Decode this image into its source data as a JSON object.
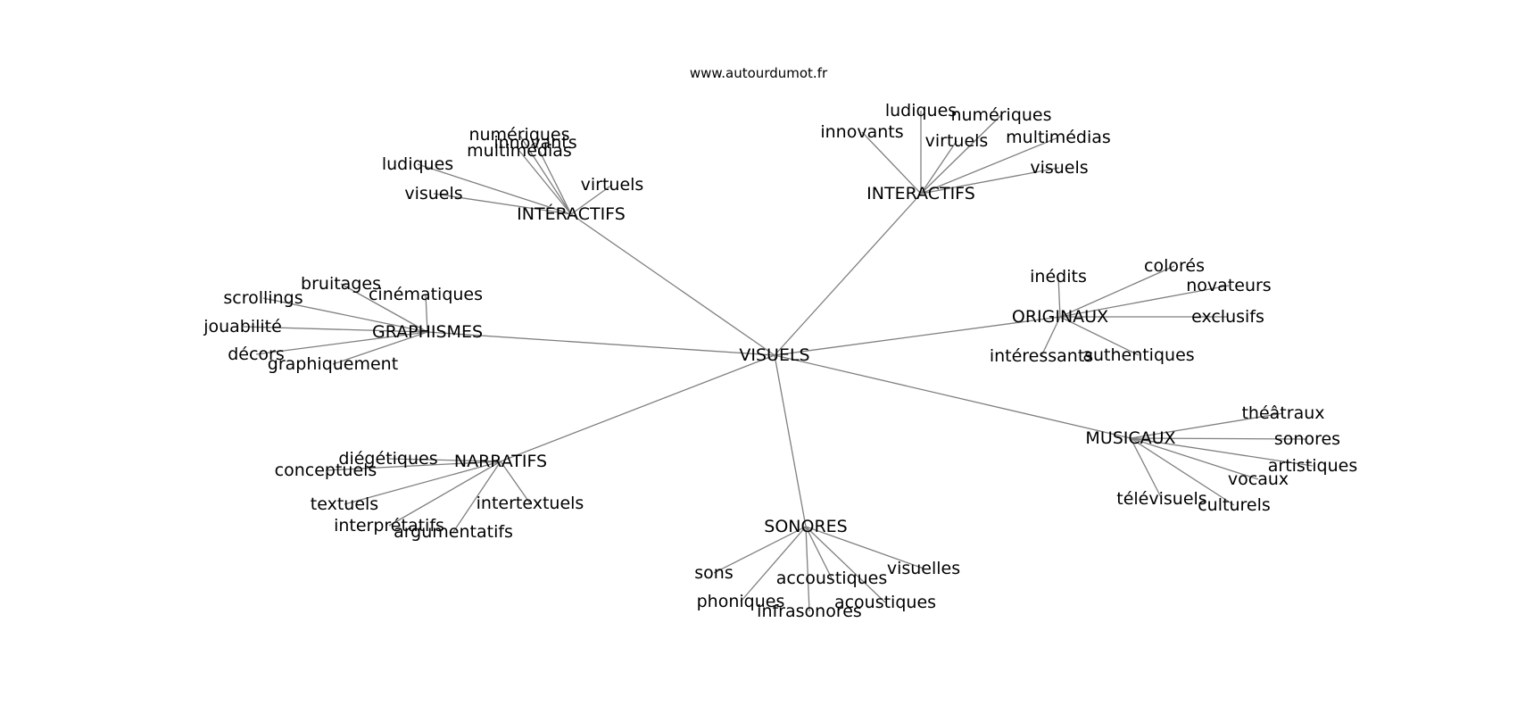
{
  "site_url": "www.autourdumot.fr",
  "center": "VISUELS",
  "branches": [
    {
      "label": "INTERACTIFS",
      "leaves": [
        "innovants",
        "ludiques",
        "numériques",
        "virtuels",
        "multimédias",
        "visuels"
      ]
    },
    {
      "label": "INTÉRACTIFS",
      "leaves": [
        "numériques",
        "innovants",
        "multimédias",
        "ludiques",
        "virtuels",
        "visuels"
      ]
    },
    {
      "label": "GRAPHISMES",
      "leaves": [
        "bruitages",
        "scrollings",
        "cinématiques",
        "jouabilité",
        "décors",
        "graphiquement"
      ]
    },
    {
      "label": "ORIGINAUX",
      "leaves": [
        "inédits",
        "colorés",
        "novateurs",
        "exclusifs",
        "intéressants",
        "authentiques"
      ]
    },
    {
      "label": "NARRATIFS",
      "leaves": [
        "diégétiques",
        "conceptuels",
        "textuels",
        "intertextuels",
        "interprétatifs",
        "argumentatifs"
      ]
    },
    {
      "label": "MUSICAUX",
      "leaves": [
        "théâtraux",
        "sonores",
        "artistiques",
        "vocaux",
        "télévisuels",
        "culturels"
      ]
    },
    {
      "label": "SONORES",
      "leaves": [
        "sons",
        "visuelles",
        "accoustiques",
        "phoniques",
        "acoustiques",
        "infrasonores"
      ]
    }
  ]
}
